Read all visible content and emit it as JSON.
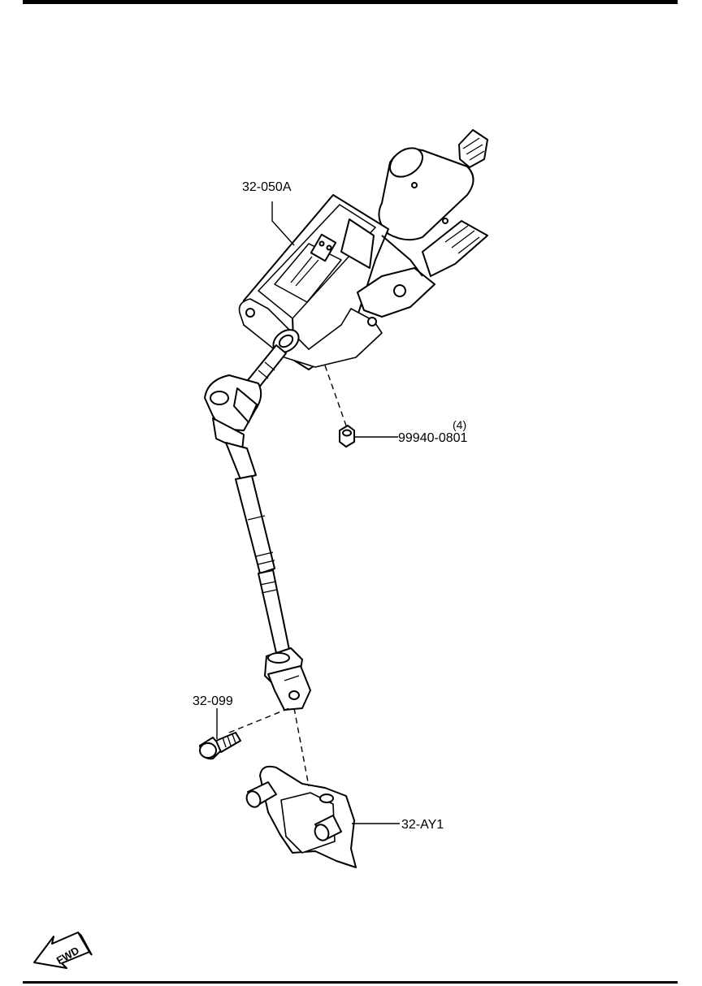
{
  "parts": {
    "column": "32-050A",
    "nut_qty": "(4)",
    "nut": "99940-0801",
    "bolt": "32-099",
    "joint": "32-AY1"
  },
  "fwd_label": "FWD",
  "colors": {
    "line": "#000000",
    "background": "#ffffff"
  }
}
